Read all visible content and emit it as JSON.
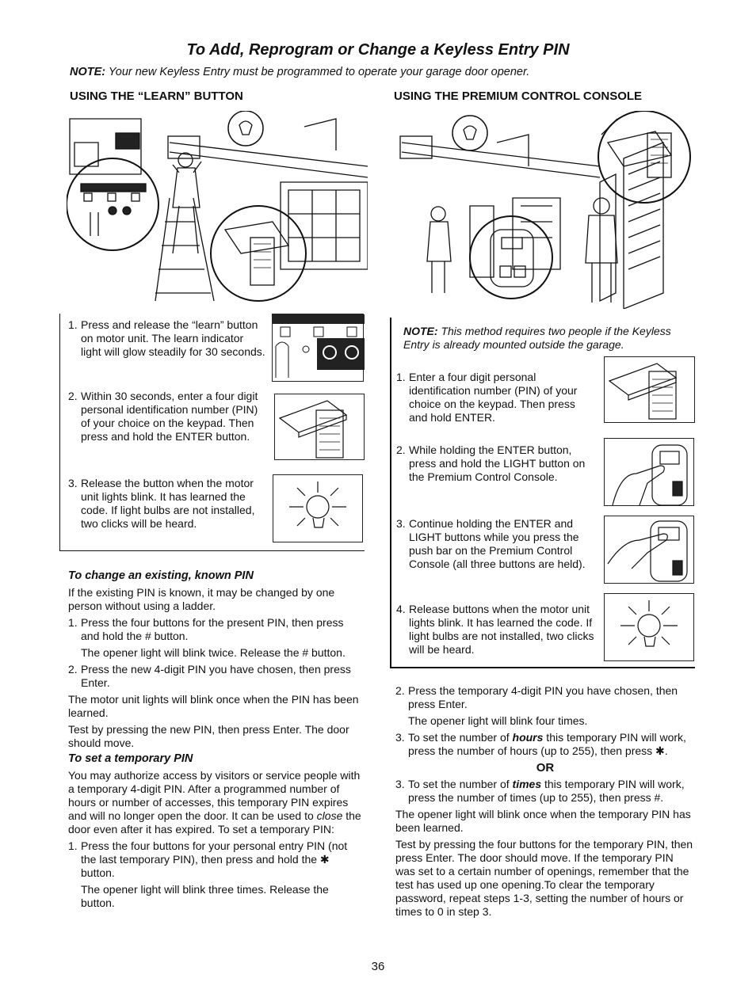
{
  "title": "To Add, Reprogram or Change a Keyless Entry PIN",
  "note_label": "NOTE:",
  "note_text": "Your new Keyless Entry must be programmed to operate your garage door opener.",
  "left_heading": "USING THE “LEARN” BUTTON",
  "right_heading": "USING THE PREMIUM CONTROL CONSOLE",
  "learn_steps": [
    {
      "num": "1.",
      "text": "Press and release the “learn” button on motor unit. The learn indicator light will glow steadily for 30 seconds."
    },
    {
      "num": "2.",
      "text": "Within 30 seconds, enter a four digit personal identification number (PIN) of your choice on the keypad. Then press and hold the ENTER button."
    },
    {
      "num": "3.",
      "text": "Release the button when the motor unit lights blink. It has learned the code. If light bulbs are not installed, two clicks will be heard."
    }
  ],
  "console_note_label": "NOTE:",
  "console_note_text": "This method requires two people if the Keyless Entry is already mounted outside the garage.",
  "console_steps": [
    {
      "num": "1.",
      "text": "Enter a four digit personal identification number (PIN) of your choice on the keypad. Then press and hold ENTER."
    },
    {
      "num": "2.",
      "text": "While holding the ENTER button, press and hold the LIGHT button on the Premium Control Console."
    },
    {
      "num": "3.",
      "text": "Continue holding the ENTER and LIGHT buttons while you press the push bar on the Premium Control Console (all three buttons are held)."
    },
    {
      "num": "4.",
      "text": "Release buttons when the motor unit lights blink. It has learned the code. If light bulbs are not installed, two clicks will be heard."
    }
  ],
  "change_heading": "To change an existing, known PIN",
  "change_intro": "If the existing PIN is known, it may be changed by one person without using a ladder.",
  "change_steps": [
    {
      "num": "1.",
      "text": "Press the four buttons for the present PIN, then press and hold the # button."
    },
    {
      "num": "",
      "text": "The opener light will blink twice. Release the # button."
    },
    {
      "num": "2.",
      "text": "Press the new 4-digit PIN you have chosen, then press Enter."
    }
  ],
  "change_p1": "The motor unit lights will blink once when the PIN has been learned.",
  "change_p2": "Test by pressing the new PIN, then press Enter. The door should move.",
  "temp_heading": "To set a temporary PIN",
  "temp_p1a": "You may authorize access by visitors or service people with a temporary 4-digit PIN. After a programmed number of hours or number of accesses, this temporary PIN expires and will no longer open the door. It can be used to ",
  "temp_p1_em": "close",
  "temp_p1b": " the door even after it has expired. To set a temporary PIN:",
  "temp_step1": "Press the four buttons for your personal entry PIN (not the last temporary PIN), then press and hold the ✱ button.",
  "temp_step1_note": "The opener light will blink three times. Release the button.",
  "right_step2": "Press the temporary 4-digit PIN you have chosen, then press Enter.",
  "right_step2_note": "The opener light will blink four times.",
  "right_step3a_pre": "To set the number of ",
  "right_step3a_em": "hours",
  "right_step3a_post": " this temporary PIN will work, press the number of hours (up to 255), then press ✱.",
  "or_label": "OR",
  "right_step3b_pre": "To set the number of ",
  "right_step3b_em": "times",
  "right_step3b_post": " this temporary PIN will work, press the number of times (up to 255), then press #.",
  "right_p1": "The opener light will blink once when the temporary PIN has been learned.",
  "right_p2": "Test by pressing the four buttons for the temporary PIN, then press Enter. The door should move. If the temporary PIN was set to a certain number of openings, remember that the test has used up one opening.To clear the temporary password, repeat steps 1-3, setting the number of hours or times to 0 in step 3.",
  "step2_num": "2.",
  "step3_num": "3.",
  "step1_num": "1.",
  "page_number": "36"
}
